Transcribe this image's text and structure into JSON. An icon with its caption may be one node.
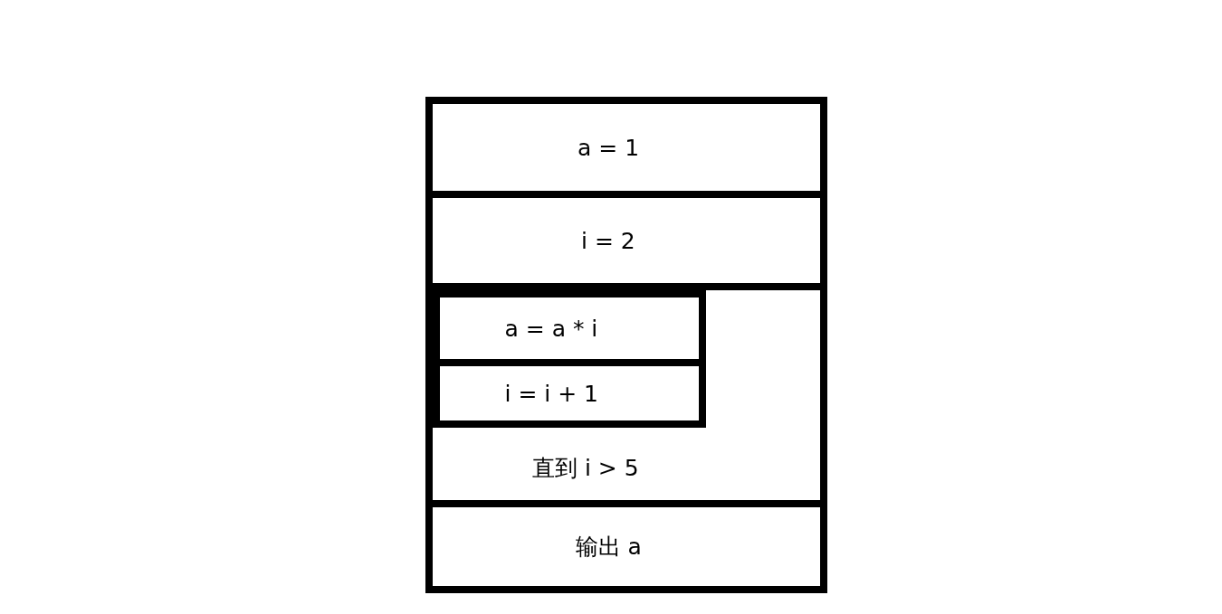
{
  "diagram": {
    "nodes": [
      {
        "text": [
          "a = 1"
        ]
      },
      {
        "text": [
          "i = 2"
        ]
      },
      {
        "text": [
          "直到 i > 5"
        ]
      },
      {
        "text": [
          "a = a * i"
        ],
        "in": 2
      },
      {
        "text": [
          "i = i + 1"
        ],
        "in": 2
      },
      {
        "text": [
          "输出 a"
        ]
      }
    ]
  }
}
